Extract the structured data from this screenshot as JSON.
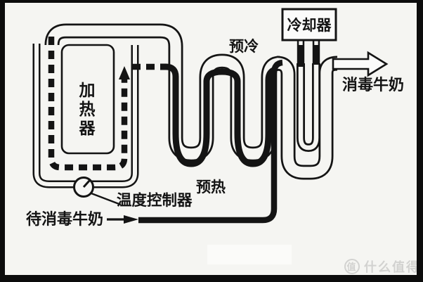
{
  "diagram": {
    "title": "milk-pasteurization-flow-diagram",
    "labels": {
      "heater": "加热器",
      "heater_chars": [
        "加",
        "热",
        "器"
      ],
      "cooler": "冷却器",
      "precool": "预冷",
      "preheat": "预热",
      "temp_controller": "温度控制器",
      "raw_milk_in": "待消毒牛奶",
      "sterilized_milk_out": "消毒牛奶"
    },
    "watermark": {
      "logo": "值",
      "text": "什么值得买"
    },
    "colors": {
      "line": "#141414",
      "background": "#f5f5f2",
      "watermark": "#d2d2d0"
    }
  }
}
